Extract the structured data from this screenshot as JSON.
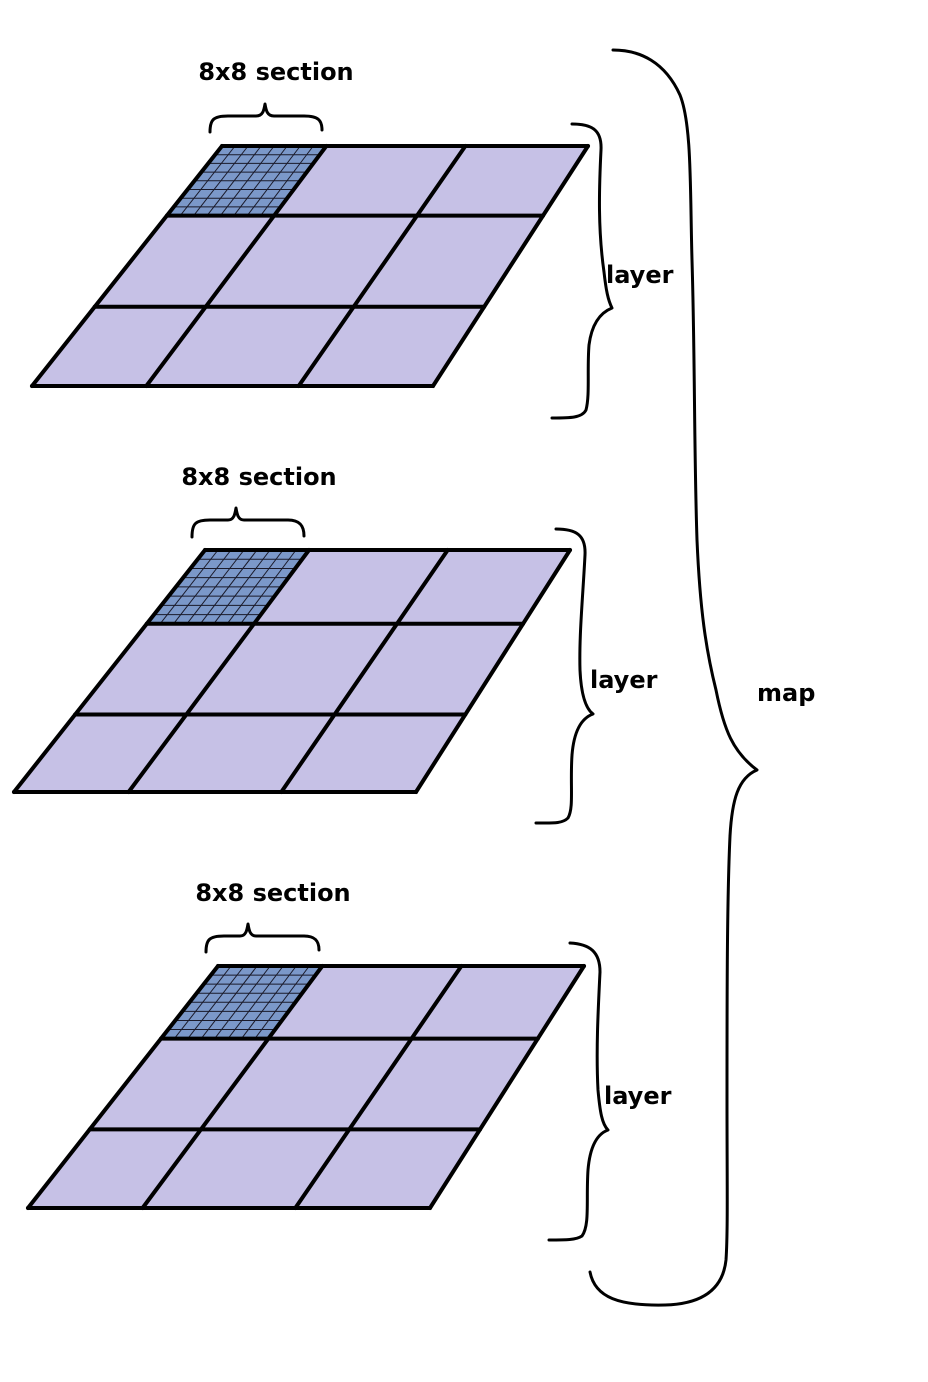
{
  "layers": [
    {
      "section_label": "8x8 section",
      "layer_label": "layer"
    },
    {
      "section_label": "8x8 section",
      "layer_label": "layer"
    },
    {
      "section_label": "8x8 section",
      "layer_label": "layer"
    }
  ],
  "map_label": "map",
  "grid": {
    "cols": 3,
    "rows": 3,
    "section_subdivisions": 8
  },
  "colors": {
    "tile_fill": "#c6c1e6",
    "section_fill": "#7b98c9",
    "line": "#000000"
  }
}
